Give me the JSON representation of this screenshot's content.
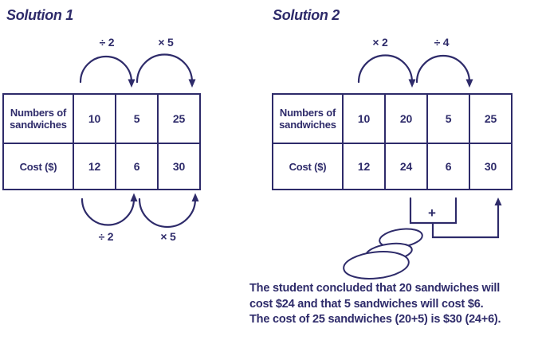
{
  "colors": {
    "ink": "#2e2b6a",
    "background": "#ffffff"
  },
  "solution1": {
    "title": "Solution 1",
    "top_arrows": [
      {
        "label": "÷ 2"
      },
      {
        "label": "× 5"
      }
    ],
    "bottom_arrows": [
      {
        "label": "÷ 2"
      },
      {
        "label": "× 5"
      }
    ],
    "table": {
      "row_headers": [
        "Numbers of sandwiches",
        "Cost ($)"
      ],
      "rows": [
        [
          "10",
          "5",
          "25"
        ],
        [
          "12",
          "6",
          "30"
        ]
      ]
    }
  },
  "solution2": {
    "title": "Solution 2",
    "top_arrows": [
      {
        "label": "× 2"
      },
      {
        "label": "÷ 4"
      }
    ],
    "table": {
      "row_headers": [
        "Numbers of sandwiches",
        "Cost ($)"
      ],
      "rows": [
        [
          "10",
          "20",
          "5",
          "25"
        ],
        [
          "12",
          "24",
          "6",
          "30"
        ]
      ]
    },
    "plus_label": "+",
    "conclusion_lines": [
      "The student concluded that 20 sandwiches will",
      "cost $24 and that 5 sandwiches will cost $6.",
      "The cost of 25 sandwiches (20+5) is $30 (24+6)."
    ]
  }
}
